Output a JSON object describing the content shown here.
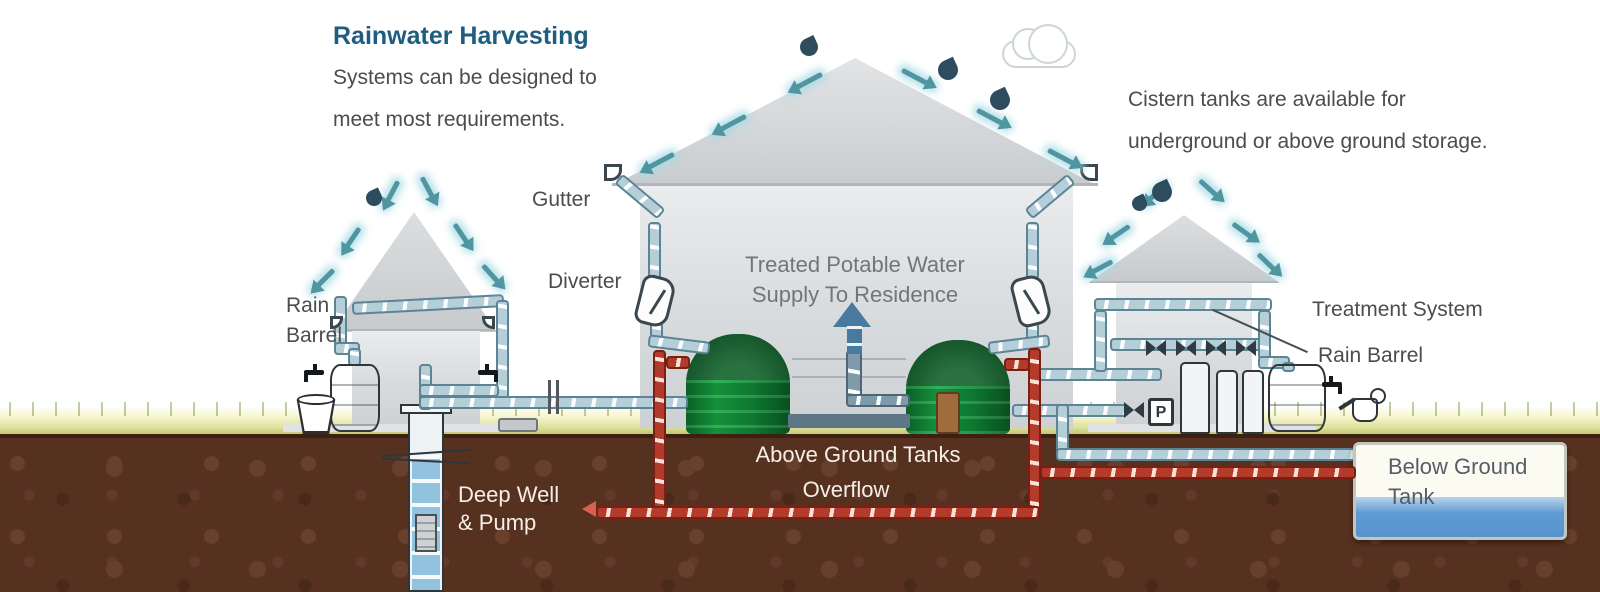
{
  "header": {
    "title": "Rainwater Harvesting",
    "line1": "Systems can be designed to",
    "line2": "meet most requirements."
  },
  "note": {
    "line1": "Cistern tanks are available for",
    "line2": "underground or above ground storage."
  },
  "labels": {
    "gutter": "Gutter",
    "diverter": "Diverter",
    "rain_left1": "Rain",
    "rain_left2": "Barrel",
    "treated1": "Treated Potable Water",
    "treated2": "Supply To Residence",
    "treatment_system": "Treatment System",
    "rain_barrel_right": "Rain Barrel",
    "above_tanks": "Above Ground Tanks",
    "overflow": "Overflow",
    "deep_well1": "Deep Well",
    "deep_well2": "& Pump",
    "below1": "Below Ground",
    "below2": "Tank",
    "pump": "P"
  },
  "icons": {
    "raindrop": "css-teardrop",
    "cloud": "css-cloud",
    "flow_arrow": "css-arrow",
    "valve": "css-bowtie",
    "faucet": "css-faucet",
    "watering_can": "css-shape"
  },
  "colors": {
    "title_blue": "#1e5d80",
    "text_gray": "#4c4c4c",
    "arrow_teal": "#4f96a1",
    "raindrop": "#2d4d5f",
    "pipe_fill": "#b5cfd9",
    "pipe_border": "#5d8494",
    "red_pipe": "#b23b2b",
    "tank_green": "#128a37",
    "tank_dome": "#0b5e26",
    "soil_brown": "#573120",
    "grass_green": "#cfd98c",
    "water_blue": "#5f9bd3",
    "label_white": "#f5efe8"
  }
}
